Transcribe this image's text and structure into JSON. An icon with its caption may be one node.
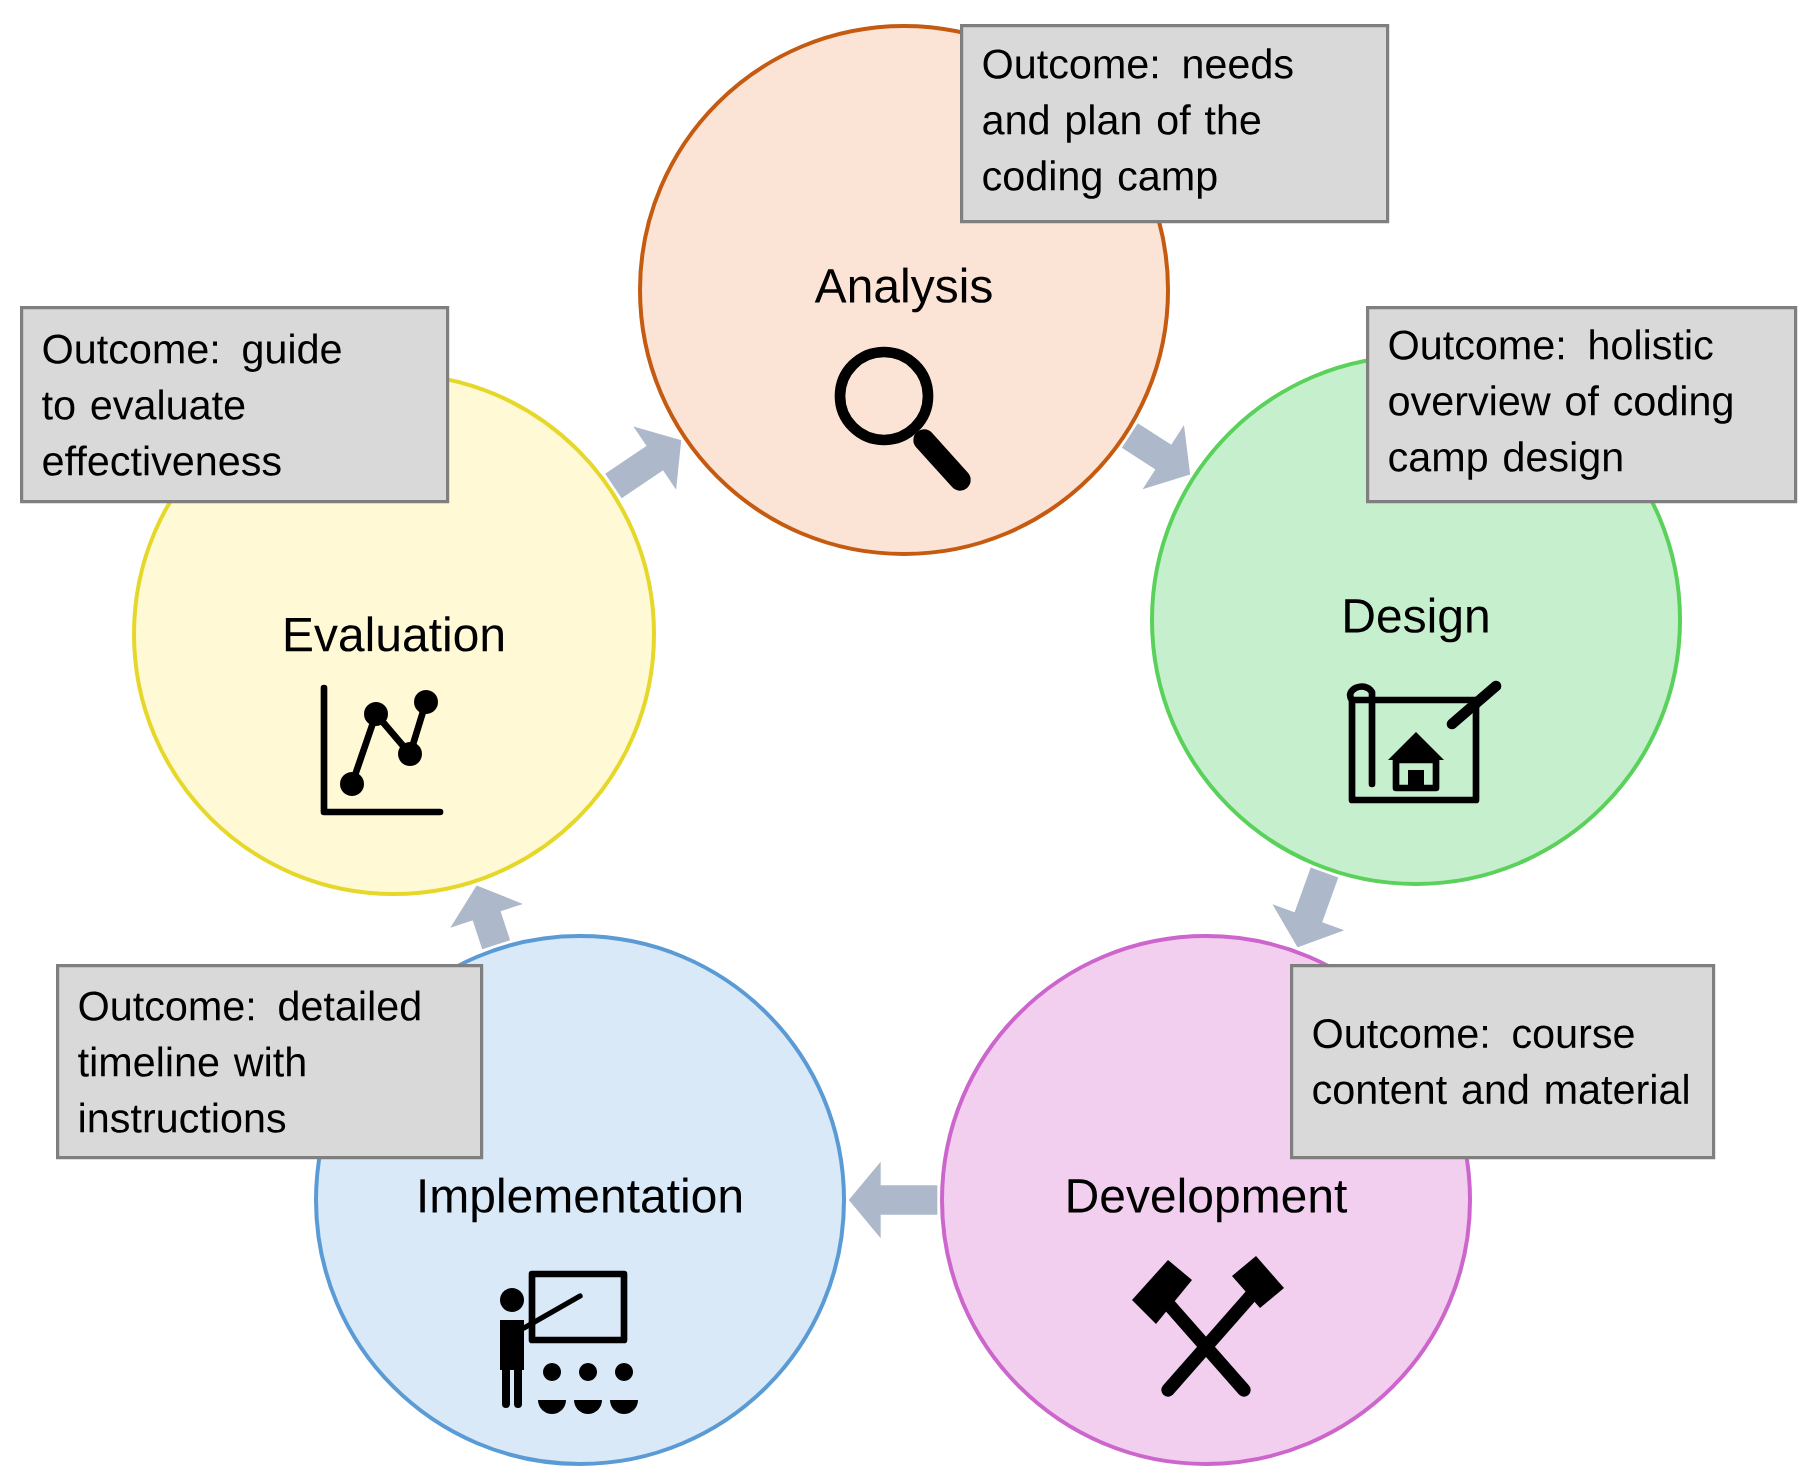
{
  "diagram": {
    "nodes": [
      {
        "text": [
          "Analysis"
        ]
      },
      {
        "text": [
          "Outcome: needs and plan of the coding camp"
        ]
      },
      {
        "text": [
          "Design"
        ]
      },
      {
        "text": [
          "Outcome: holistic overview of coding camp design"
        ]
      },
      {
        "text": [
          "Development"
        ]
      },
      {
        "text": [
          "Outcome: course content and material"
        ]
      },
      {
        "text": [
          "Implementation"
        ]
      },
      {
        "text": [
          "Outcome: detailed timeline with instructions"
        ]
      },
      {
        "text": [
          "Evaluation"
        ]
      },
      {
        "text": [
          "Outcome: guide to evaluate effectiveness"
        ]
      }
    ],
    "edges": [
      {
        "from": 8,
        "to": 0,
        "arrow": "to"
      },
      {
        "from": 0,
        "to": 2,
        "arrow": "to"
      },
      {
        "from": 2,
        "to": 4,
        "arrow": "to"
      },
      {
        "from": 4,
        "to": 6,
        "arrow": "to"
      },
      {
        "from": 6,
        "to": 8,
        "arrow": "to"
      }
    ]
  }
}
